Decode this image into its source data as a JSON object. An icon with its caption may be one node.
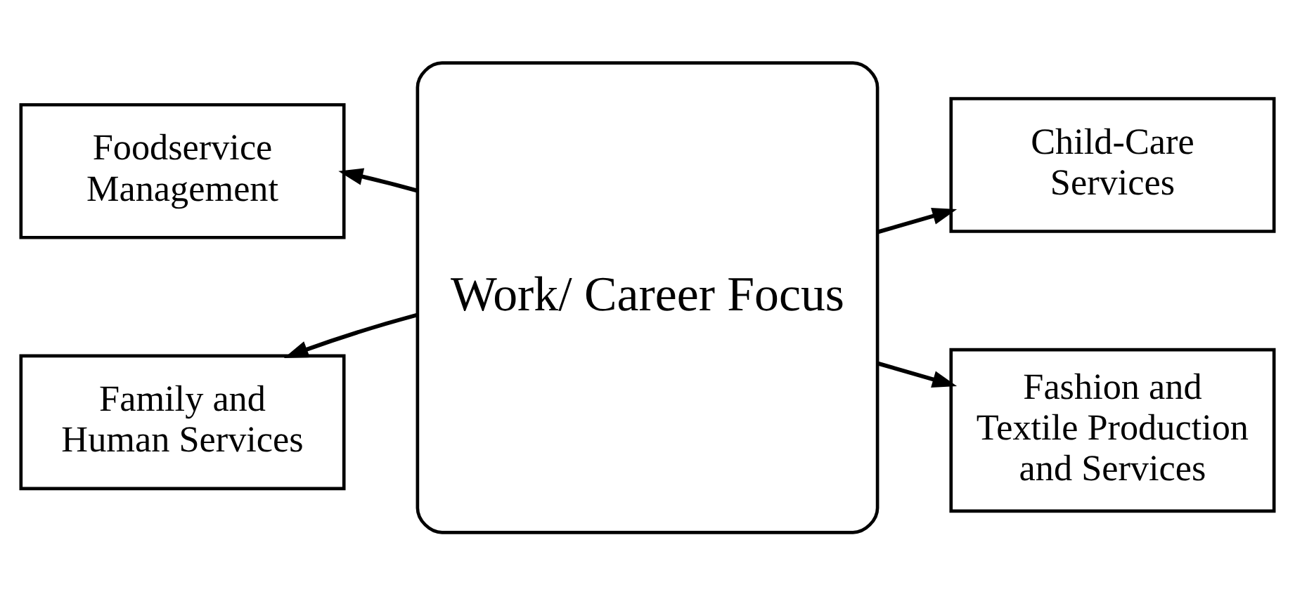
{
  "diagram": {
    "nodes": [
      {
        "text": [
          "Foodservice Management"
        ]
      },
      {
        "text": [
          "Work/ Career Focus"
        ]
      },
      {
        "text": [
          "Child-Care Services"
        ]
      },
      {
        "text": [
          "Family and Human Services"
        ]
      },
      {
        "text": [
          "Fashion and Textile Production and Services"
        ]
      }
    ],
    "edges": [
      {
        "from": 1,
        "to": 0,
        "arrow": "to"
      },
      {
        "from": 1,
        "to": 2,
        "arrow": "to"
      },
      {
        "from": 1,
        "to": 3,
        "arrow": "to"
      },
      {
        "from": 1,
        "to": 4,
        "arrow": "to"
      }
    ]
  }
}
